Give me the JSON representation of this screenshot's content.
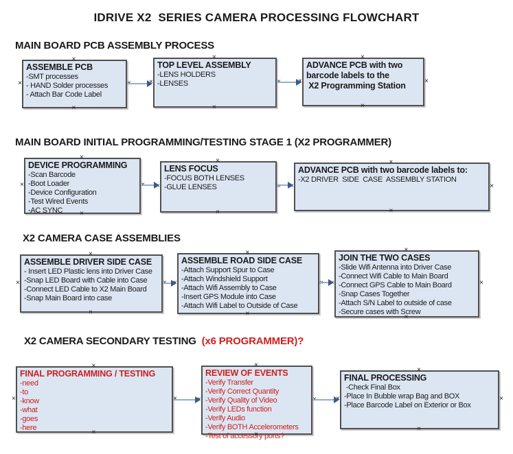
{
  "title": "IDRIVE X2  SERIES CAMERA PROCESSING FLOWCHART",
  "colors": {
    "box_fill": "#dce6f2",
    "box_border": "#4f4f4f",
    "red_text": "#cc2020",
    "arrow_line": "#95aecf",
    "arrow_head": "#3a5a8c"
  },
  "icons": {
    "connection_handle": "×"
  },
  "sections": [
    {
      "heading": "MAIN BOARD PCB ASSEMBLY PROCESS",
      "boxes": [
        {
          "title": "ASSEMBLE PCB",
          "items": [
            "-SMT processes",
            "- HAND Solder processes",
            "- Attach Bar Code Label"
          ]
        },
        {
          "title": "TOP LEVEL ASSEMBLY",
          "items": [
            "-LENS HOLDERS",
            "-LENSES"
          ]
        },
        {
          "title": "ADVANCE PCB with two\nbarcode labels to the\n X2 Programming Station",
          "items": []
        }
      ]
    },
    {
      "heading": "MAIN BOARD INITIAL PROGRAMMING/TESTING STAGE 1 (X2 PROGRAMMER)",
      "boxes": [
        {
          "title": "DEVICE PROGRAMMING",
          "items": [
            "-Scan Barcode",
            "-Boot Loader",
            "-Device Configuration",
            "-Test Wired Events",
            "-AC SYNC"
          ]
        },
        {
          "title": "LENS FOCUS",
          "items": [
            "-FOCUS BOTH LENSES",
            "-GLUE LENSES"
          ]
        },
        {
          "title": "ADVANCE PCB with two barcode labels to:",
          "items": [
            "-X2 DRIVER  SIDE  CASE  ASSEMBLY STATION"
          ]
        }
      ]
    },
    {
      "heading": "X2 CAMERA CASE ASSEMBLIES",
      "boxes": [
        {
          "title": "ASSEMBLE DRIVER SIDE CASE",
          "items": [
            "- Insert LED Plastic lens into Driver Case",
            "-Snap LED Board with Cable into Case",
            "-Connect LED Cable to X2 Main Board",
            "-Snap Main Board into case"
          ]
        },
        {
          "title": "ASSEMBLE ROAD SIDE CASE",
          "items": [
            "-Attach Support Spur to Case",
            "-Attach Windshield Support",
            "-Attach Wifi Assembly to Case",
            "-Insert GPS Module into Case",
            "-Attach Wifi Label to Outside of Case"
          ]
        },
        {
          "title": "JOIN THE TWO CASES",
          "items": [
            "-Slide Wifi Antenna into Driver Case",
            "-Connect Wifi Cable to Main Board",
            "-Connect GPS Cable to Main Board",
            "-Snap Cases Together",
            "-Attach S/N Label to outside of case",
            "-Secure cases with Screw"
          ]
        }
      ]
    },
    {
      "heading": "X2 CAMERA SECONDARY TESTING ",
      "heading_suffix": " (x6 PROGRAMMER)?",
      "boxes": [
        {
          "title": "FINAL PROGRAMMING / TESTING",
          "items": [
            "-need",
            "-to",
            "-know",
            "-what",
            "-goes",
            "-here"
          ]
        },
        {
          "title": "REVIEW OF EVENTS",
          "items": [
            "-Verify Transfer",
            "-Verify Correct Quantity",
            "-Verify Quality of Video",
            "-Verify LEDs function",
            "-Verify Audio",
            "-Verify BOTH Accelerometers",
            "-Test of accessory ports?"
          ]
        },
        {
          "title": "FINAL PROCESSING",
          "items": [
            " -Check Final Box",
            "-Place In Bubble wrap Bag and BOX",
            "-Place Barcode Label on Exterior or Box"
          ]
        }
      ]
    }
  ]
}
